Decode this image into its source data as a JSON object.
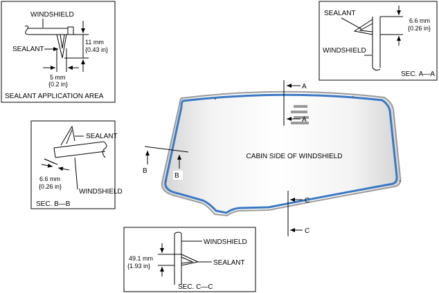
{
  "detail_sealant_area": {
    "windshield_label": "WINDSHIELD",
    "sealant_label": "SEALANT",
    "height_mm": "11 mm",
    "height_in": "{0.43 in}",
    "width_mm": "5 mm",
    "width_in": "{0.2 in}",
    "caption": "SEALANT APPLICATION AREA"
  },
  "detail_sec_a": {
    "sealant_label": "SEALANT",
    "windshield_label": "WINDSHIELD",
    "dim_mm": "6.6 mm",
    "dim_in": "{0.26 in}",
    "caption": "SEC. A—A"
  },
  "detail_sec_b": {
    "sealant_label": "SEALANT",
    "windshield_label": "WINDSHIELD",
    "dim_mm": "6.6 mm",
    "dim_in": "{0.26 in}",
    "caption": "SEC. B—B"
  },
  "detail_sec_c": {
    "windshield_label": "WINDSHIELD",
    "sealant_label": "SEALANT",
    "dim_mm": "49.1 mm",
    "dim_in": "{1.93 in}",
    "caption": "SEC. C—C"
  },
  "main_view": {
    "center_label": "CABIN SIDE OF WINDSHIELD",
    "marker_a": "A",
    "marker_b": "B",
    "marker_c": "C",
    "sealant_color": "#3a78c4"
  }
}
